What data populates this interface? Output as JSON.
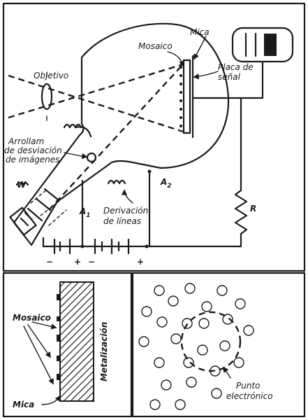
{
  "top_panel": {
    "labels": {
      "mica": "Mica",
      "mosaico": "Mosaico",
      "placa_line1": "Placa de",
      "placa_line2": "señal",
      "objetivo": "Objetivo",
      "arroll_line1": "Arrollam",
      "arroll_line2": "de desviación",
      "arroll_line3": "de imágenes",
      "w": "W",
      "a1": "A",
      "a1_sub": "1",
      "a2": "A",
      "a2_sub": "2",
      "deriv_line1": "Derivación",
      "deriv_line2": "de líneas",
      "r": "R"
    },
    "battery_signs": [
      "−",
      "+",
      "−",
      "+"
    ]
  },
  "bottom_left_panel": {
    "labels": {
      "mosaico": "Mosaico",
      "metalizacion": "Metalización",
      "mica": "Mica"
    }
  },
  "bottom_right_panel": {
    "labels": {
      "punto_line1": "Punto",
      "punto_line2": "electrónico"
    }
  },
  "colors": {
    "ink": "#1a1a1a",
    "paper": "#ffffff"
  }
}
